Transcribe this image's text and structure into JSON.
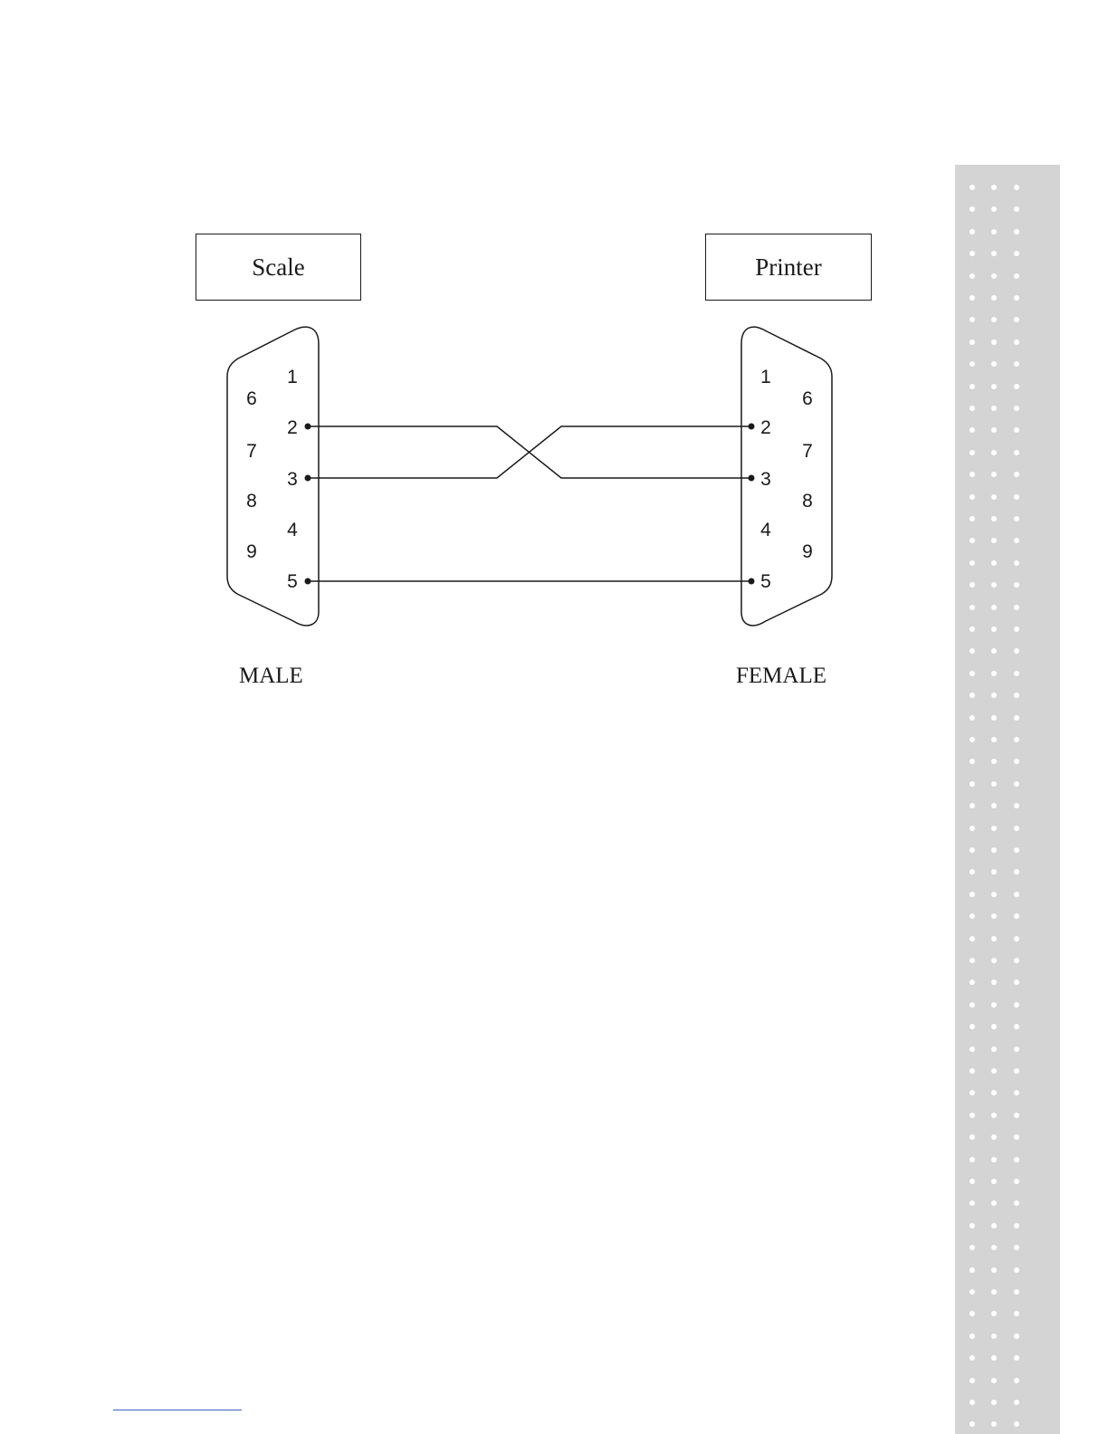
{
  "devices": {
    "left": {
      "label": "Scale",
      "gender": "MALE"
    },
    "right": {
      "label": "Printer",
      "gender": "FEMALE"
    }
  },
  "connectors": {
    "left": {
      "pins_inner": [
        "1",
        "2",
        "3",
        "4",
        "5"
      ],
      "pins_outer": [
        "6",
        "7",
        "8",
        "9"
      ]
    },
    "right": {
      "pins_inner": [
        "1",
        "2",
        "3",
        "4",
        "5"
      ],
      "pins_outer": [
        "6",
        "7",
        "8",
        "9"
      ]
    }
  },
  "wiring": [
    {
      "from": "2",
      "to": "3"
    },
    {
      "from": "3",
      "to": "2"
    },
    {
      "from": "5",
      "to": "5"
    }
  ],
  "colors": {
    "line": "#1a1a1a",
    "side_strip": "#d4d4d4",
    "footer_rule": "#3a5fc8"
  }
}
